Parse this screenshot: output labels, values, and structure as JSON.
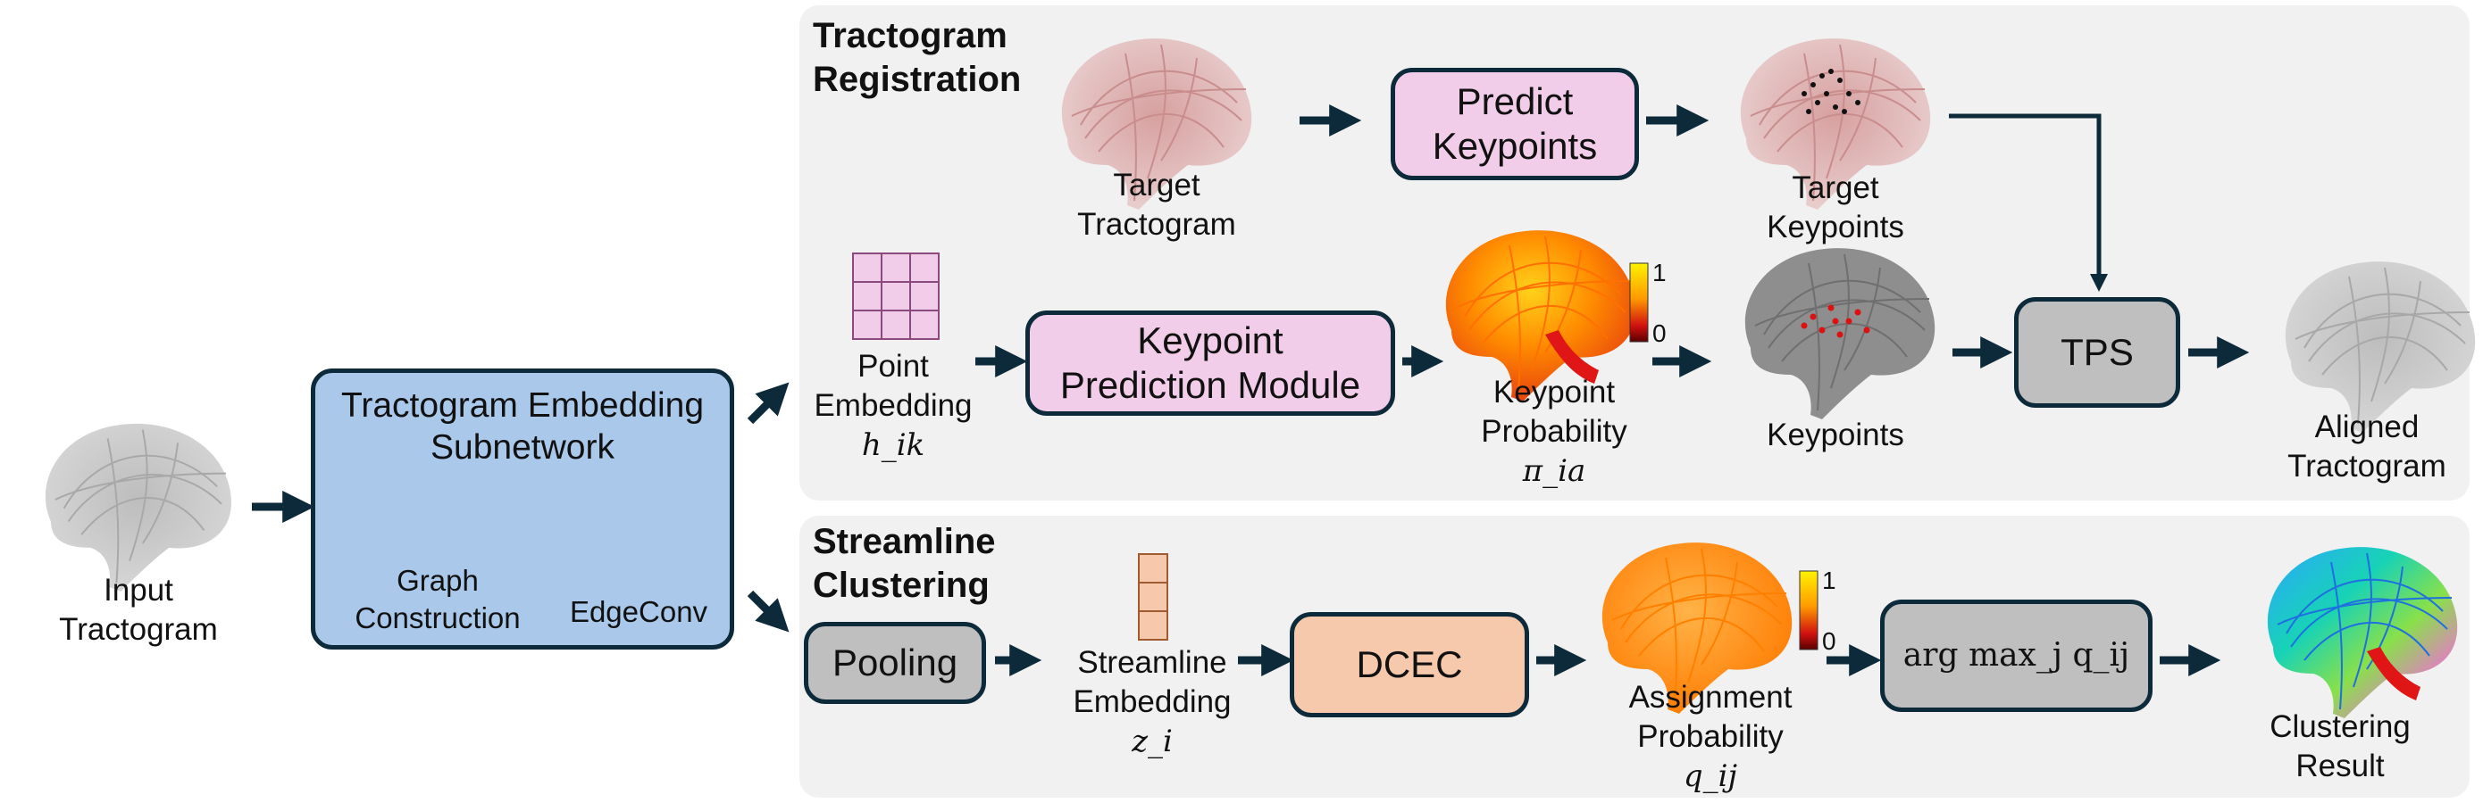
{
  "input": {
    "label_line1": "Input",
    "label_line2": "Tractogram"
  },
  "embedding_subnetwork": {
    "title_line1": "Tractogram Embedding",
    "title_line2": "Subnetwork",
    "graph_label_line1": "Graph",
    "graph_label_line2": "Construction",
    "edgeconv_label": "EdgeConv"
  },
  "registration": {
    "section_title_line1": "Tractogram",
    "section_title_line2": "Registration",
    "target_tractogram_line1": "Target",
    "target_tractogram_line2": "Tractogram",
    "predict_keypoints_line1": "Predict",
    "predict_keypoints_line2": "Keypoints",
    "target_keypoints_line1": "Target",
    "target_keypoints_line2": "Keypoints",
    "point_embedding_line1": "Point",
    "point_embedding_line2": "Embedding",
    "point_embedding_symbol": "h_ik",
    "kpm_line1": "Keypoint",
    "kpm_line2": "Prediction Module",
    "keypoint_prob_line1": "Keypoint",
    "keypoint_prob_line2": "Probability",
    "keypoint_prob_symbol": "π_ia",
    "colorbar_max": "1",
    "colorbar_min": "0",
    "keypoints_label": "Keypoints",
    "tps_label": "TPS",
    "aligned_line1": "Aligned",
    "aligned_line2": "Tractogram"
  },
  "clustering": {
    "section_title_line1": "Streamline",
    "section_title_line2": "Clustering",
    "pooling_label": "Pooling",
    "streamline_embedding_line1": "Streamline",
    "streamline_embedding_line2": "Embedding",
    "streamline_embedding_symbol": "z_i",
    "dcec_label": "DCEC",
    "assignment_line1": "Assignment",
    "assignment_line2": "Probability",
    "assignment_symbol": "q_ij",
    "colorbar_max": "1",
    "colorbar_min": "0",
    "argmax_label": "arg max_j q_ij",
    "result_line1": "Clustering",
    "result_line2": "Result"
  },
  "colors": {
    "panel_bg": "#f1f1f1",
    "arrow": "#0d2a3a",
    "embedding_box": "#a9c8ea",
    "pink_box": "#f2cde9",
    "gray_box": "#bfbfbf",
    "dcec_box": "#f6c9ad"
  }
}
